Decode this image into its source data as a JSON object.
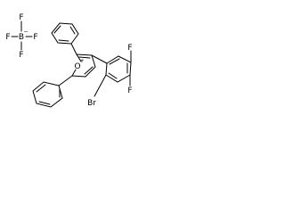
{
  "structure": {
    "anion": {
      "atoms": {
        "f_top": "F",
        "f_left": "F",
        "f_right": "F",
        "f_bottom": "F",
        "boron": "B",
        "charge": "−"
      }
    },
    "cation": {
      "oxygen": "O",
      "oxygen_charge": "+",
      "bromine": "Br",
      "fluorine_upper": "F",
      "fluorine_lower": "F"
    }
  }
}
